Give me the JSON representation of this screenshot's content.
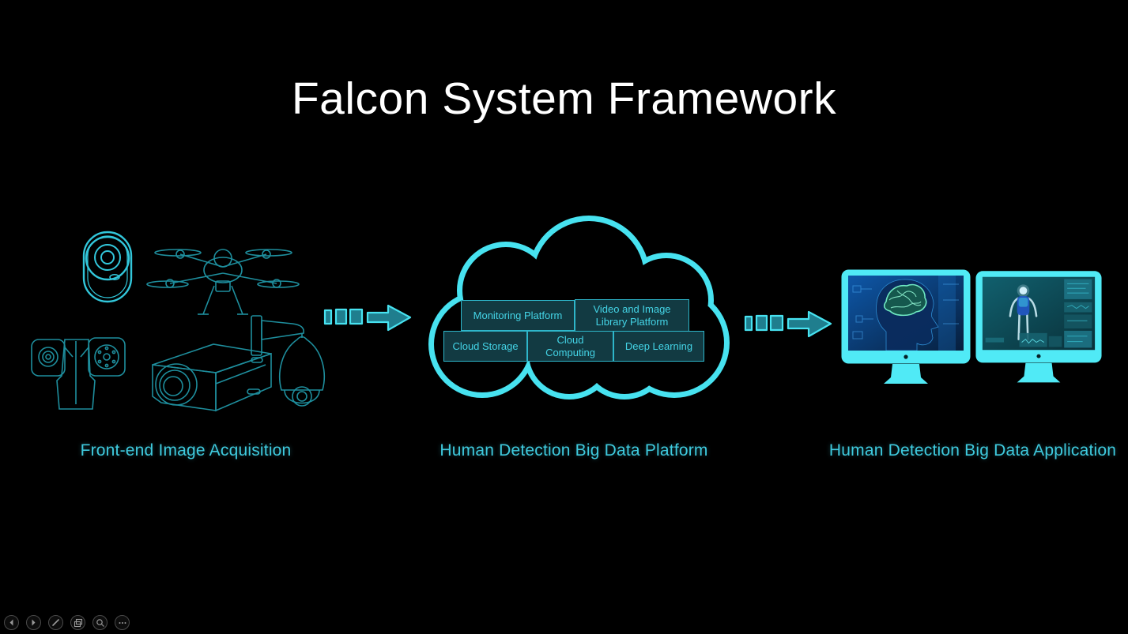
{
  "title": "Falcon System Framework",
  "colors": {
    "background": "#000000",
    "title_text": "#ffffff",
    "accent_cyan": "#47E2F0",
    "monitor_cyan": "#50EAF6",
    "arrow_fill": "#1F7E8E",
    "module_fill": "#123A42",
    "module_border": "#2EB6CA",
    "module_text": "#44D4E6",
    "section_label": "#3FCADE",
    "device_lineart": "#1E8E9D"
  },
  "sections": {
    "acquisition": {
      "label": "Front-end Image Acquisition",
      "devices": [
        "capsule-camera",
        "drone",
        "ptz-dual-camera",
        "box-camera",
        "dome-camera"
      ]
    },
    "platform": {
      "label": "Human Detection Big Data Platform",
      "shape": "cloud",
      "modules": [
        {
          "label": "Monitoring Platform"
        },
        {
          "label": "Video and Image Library Platform"
        },
        {
          "label": "Cloud Storage"
        },
        {
          "label": "Cloud Computing"
        },
        {
          "label": "Deep Learning"
        }
      ]
    },
    "application": {
      "label": "Human Detection Big Data Application",
      "monitors": [
        "brain-analysis-monitor",
        "body-scan-monitor"
      ]
    }
  },
  "connectors": [
    {
      "name": "flow-arrow-acquisition-to-platform",
      "style": "dashed-block-arrow"
    },
    {
      "name": "flow-arrow-platform-to-application",
      "style": "dashed-block-arrow"
    }
  ],
  "presentation_controls": [
    {
      "name": "previous-slide",
      "icon": "arrow-left"
    },
    {
      "name": "next-slide",
      "icon": "arrow-right"
    },
    {
      "name": "pen-tools",
      "icon": "pen"
    },
    {
      "name": "see-all-slides",
      "icon": "slides-grid"
    },
    {
      "name": "zoom-slide",
      "icon": "magnifier"
    },
    {
      "name": "more-options",
      "icon": "ellipsis"
    }
  ]
}
